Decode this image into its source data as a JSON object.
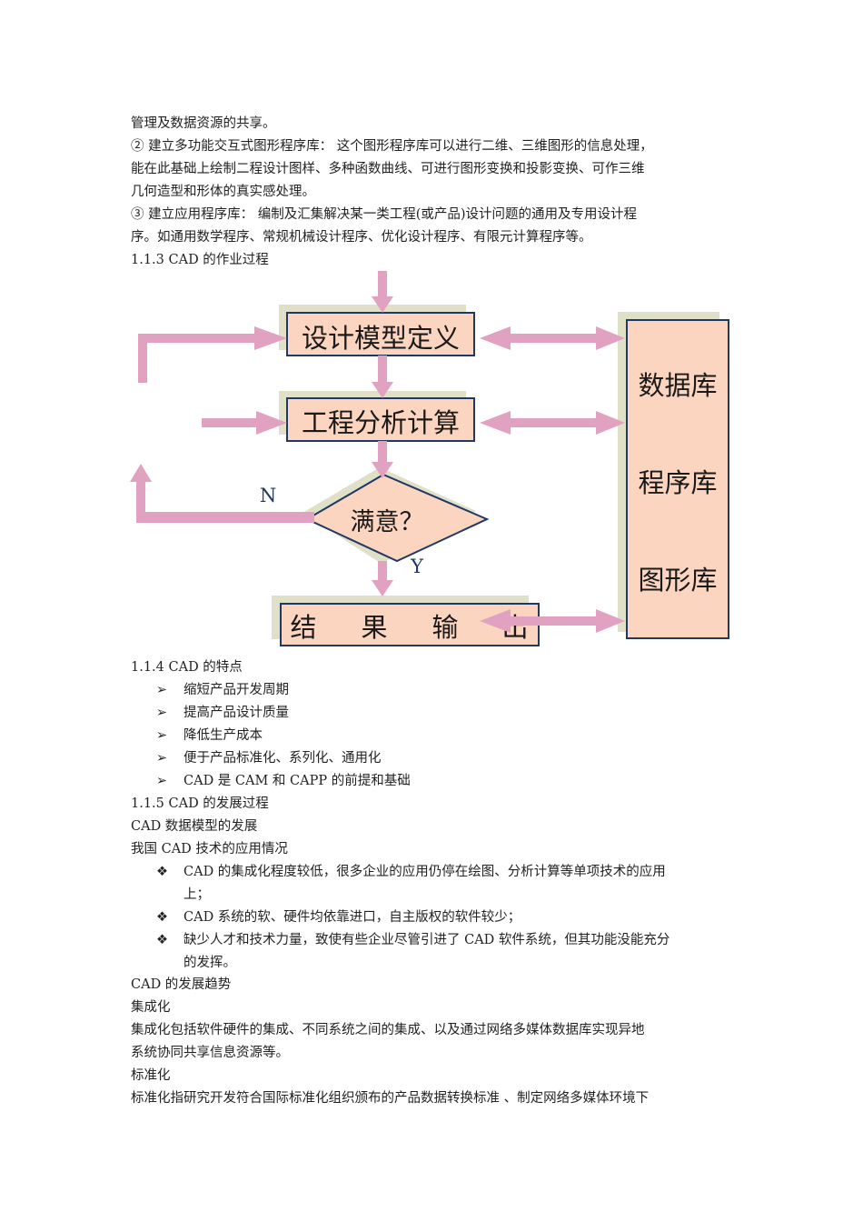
{
  "top_lines": [
    "管理及数据资源的共享。",
    "② 建立多功能交互式图形程序库：  这个图形程序库可以进行二维、三维图形的信息处理，",
    "能在此基础上绘制二程设计图样、多种函数曲线、可进行图形变换和投影变换、可作三维",
    "几何造型和形体的真实感处理。",
    "③ 建立应用程序库：  编制及汇集解决某一类工程(或产品)设计问题的通用及专用设计程",
    "序。如通用数学程序、常规机械设计程序、优化设计程序、有限元计算程序等。",
    "1.1.3 CAD 的作业过程"
  ],
  "diagram": {
    "box_model": "设计模型定义",
    "box_analysis": "工程分析计算",
    "decision": "满意？",
    "label_no": "N",
    "label_yes": "Y",
    "output_chars": [
      "结",
      "果",
      "输",
      "出"
    ],
    "library_items": [
      "数据库",
      "程序库",
      "图形库"
    ],
    "colors": {
      "box_fill": "#fcd5c0",
      "border": "#1f3864",
      "shadow": "#e0e0c8",
      "arrow": "#e0a2c0"
    }
  },
  "section_features": {
    "heading": "1.1.4 CAD 的特点",
    "bullet_icon": "arrowhead-bullet-icon",
    "bullets": [
      "缩短产品开发周期",
      "提高产品设计质量",
      "降低生产成本",
      "便于产品标准化、系列化、通用化",
      "CAD 是 CAM 和 CAPP 的前提和基础"
    ]
  },
  "section_development": {
    "heading": "1.1.5   CAD 的发展过程",
    "line1": "CAD 数据模型的发展",
    "line2": "我国 CAD 技术的应用情况",
    "bullet_icon": "diamond-dots-bullet-icon",
    "bullets": [
      [
        "CAD 的集成化程度较低，很多企业的应用仍停在绘图、分析计算等单项技术的应用",
        "上；"
      ],
      [
        "CAD 系统的软、硬件均依靠进口，自主版权的软件较少；"
      ],
      [
        "缺少人才和技术力量，致使有些企业尽管引进了 CAD 软件系统，但其功能没能充分",
        "的发挥。"
      ]
    ],
    "trend_heading": "CAD 的发展趋势",
    "integration_heading": "集成化",
    "integration_text": [
      "集成化包括软件硬件的集成、不同系统之间的集成、以及通过网络多媒体数据库实现异地",
      "系统协同共享信息资源等。"
    ],
    "standard_heading": "标准化",
    "standard_text": "标准化指研究开发符合国际标准化组织颁布的产品数据转换标准 、制定网络多媒体环境下"
  }
}
